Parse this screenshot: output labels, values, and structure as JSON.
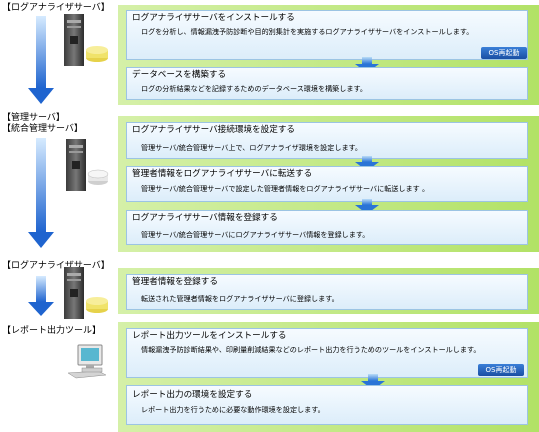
{
  "sections": [
    {
      "labels": [
        "【ログアナライザサーバ】"
      ],
      "steps": [
        {
          "title": "ログアナライザサーバをインストールする",
          "desc": "ログを分析し、情報漏洩予防診断や目的別集計を実施するログアナライザサーバをインストールします。",
          "badge": "OS再起動"
        },
        {
          "title": "データベースを構築する",
          "desc": "ログの分析結果などを記録するためのデータベース環境を構築します。"
        }
      ]
    },
    {
      "labels": [
        "【管理サーバ】",
        "【統合管理サーバ】"
      ],
      "steps": [
        {
          "title": "ログアナライザサーバ接続環境を設定する",
          "desc": "管理サーバ/統合管理サーバ上で、ログアナライザ環境を設定します。"
        },
        {
          "title": "管理者情報をログアナライザサーバに転送する",
          "desc": "管理サーバ/統合管理サーバで設定した管理者情報をログアナライザサーバに転送します 。"
        },
        {
          "title": "ログアナライザサーバ情報を登録する",
          "desc": "管理サーバ/統合管理サーバにログアナライザサーバ情報を登録します。"
        }
      ]
    },
    {
      "labels": [
        "【ログアナライザサーバ】"
      ],
      "steps": [
        {
          "title": "管理者情報を登録する",
          "desc": "転送された管理者情報をログアナライザサーバに登録します。"
        }
      ]
    },
    {
      "labels": [
        "【レポート出力ツール】"
      ],
      "steps": [
        {
          "title": "レポート出力ツールをインストールする",
          "desc": "情報漏洩予防診断結果や、印刷量削減結果などのレポート出力を行うためのツールをインストールします。",
          "badge": "OS再起動"
        },
        {
          "title": "レポート出力の環境を設定する",
          "desc": "レポート出力を行うために必要な動作環境を設定します。"
        }
      ]
    }
  ],
  "colors": {
    "panel_green": "#b2e266",
    "step_blue": "#dcedfa",
    "arrow_blue": "#2c6fd0",
    "badge_blue": "#1a4fa3"
  },
  "icons": [
    "server-db-icon",
    "server-disk-icon",
    "server-icon",
    "desktop-pc-icon"
  ]
}
